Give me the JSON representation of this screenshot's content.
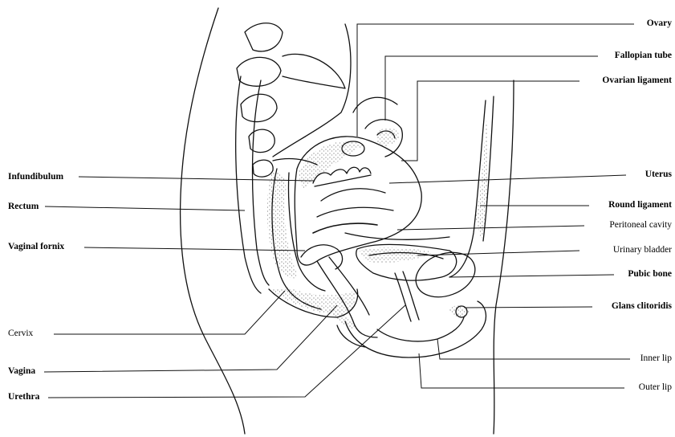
{
  "diagram": {
    "labels_left": [
      {
        "id": "infundibulum",
        "text": "Infundibulum"
      },
      {
        "id": "rectum",
        "text": "Rectum"
      },
      {
        "id": "vaginal-fornix",
        "text": "Vaginal fornix"
      },
      {
        "id": "cervix",
        "text": "Cervix"
      },
      {
        "id": "vagina",
        "text": "Vagina"
      },
      {
        "id": "urethra",
        "text": "Urethra"
      }
    ],
    "labels_right": [
      {
        "id": "ovary",
        "text": "Ovary"
      },
      {
        "id": "fallopian-tube",
        "text": "Fallopian tube"
      },
      {
        "id": "ovarian-ligament",
        "text": "Ovarian ligament"
      },
      {
        "id": "uterus",
        "text": "Uterus"
      },
      {
        "id": "round-ligament",
        "text": "Round ligament"
      },
      {
        "id": "peritoneal-cavity",
        "text": "Peritoneal cavity"
      },
      {
        "id": "urinary-bladder",
        "text": "Urinary bladder"
      },
      {
        "id": "pubic-bone",
        "text": "Pubic bone"
      },
      {
        "id": "glans-clitoridis",
        "text": "Glans clitoridis"
      },
      {
        "id": "inner-lip",
        "text": "Inner lip"
      },
      {
        "id": "outer-lip",
        "text": "Outer lip"
      }
    ]
  }
}
